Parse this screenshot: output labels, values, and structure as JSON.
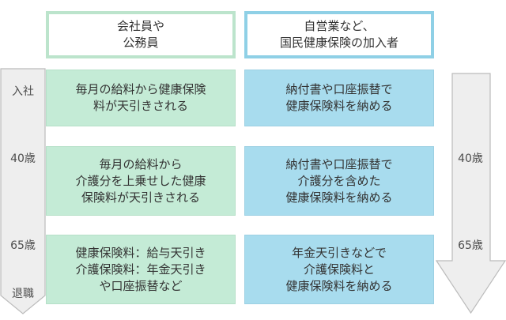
{
  "colors": {
    "green_border": "#bce4cc",
    "blue_border": "#8fd0e6",
    "green_fill": "#c4ebd6",
    "blue_fill": "#a8dcee",
    "arrow_fill": "#eeeeee",
    "arrow_stroke": "#bbbbbb"
  },
  "headers": {
    "employee": "会社員や\n公務員",
    "self_employed": "自営業など、\n国民健康保険の加入者"
  },
  "left_axis": {
    "join": "入社",
    "age40": "40歳",
    "age65": "65歳",
    "retire": "退職"
  },
  "right_axis": {
    "age40": "40歳",
    "age65": "65歳"
  },
  "rows": [
    {
      "employee": "毎月の給料から健康保険\n料が天引きされる",
      "self_employed": "納付書や口座振替で\n健康保険料を納める"
    },
    {
      "employee": "毎月の給料から\n介護分を上乗せした健康\n保険料が天引きされる",
      "self_employed": "納付書や口座振替で\n介護分を含めた\n健康保険料を納める"
    },
    {
      "employee": "健康保険料：給与天引き\n介護保険料：年金天引き\nや口座振替など",
      "self_employed": "年金天引きなどで\n介護保険料と\n健康保険料を納める"
    }
  ]
}
